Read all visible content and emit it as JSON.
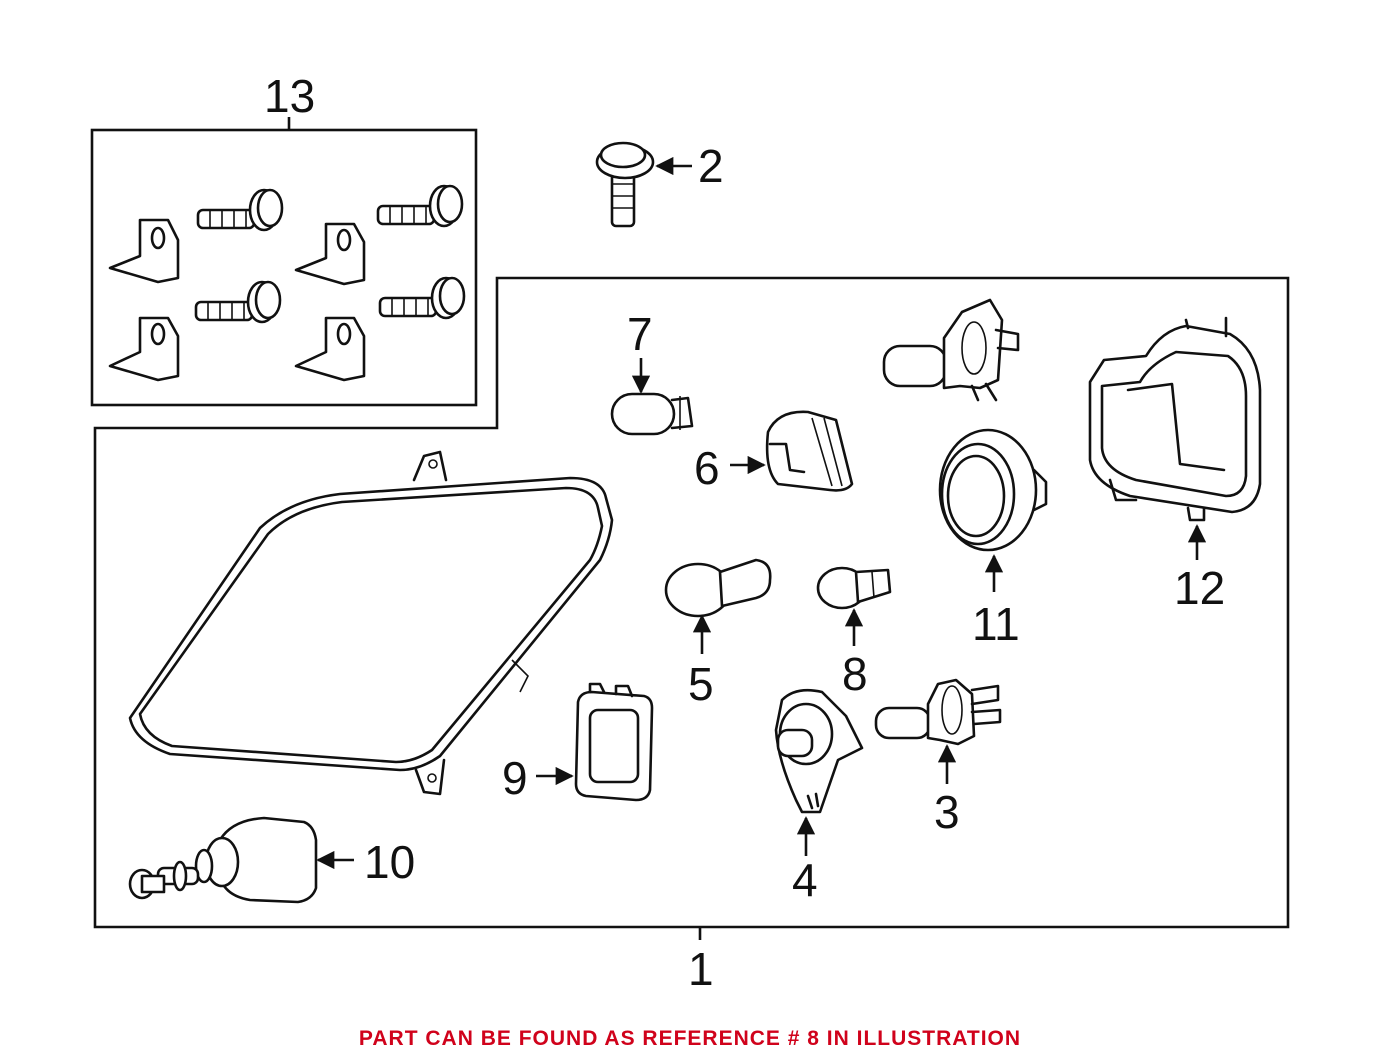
{
  "callouts": {
    "c1": "1",
    "c2": "2",
    "c3": "3",
    "c4": "4",
    "c5": "5",
    "c6": "6",
    "c7": "7",
    "c8": "8",
    "c9": "9",
    "c10": "10",
    "c11": "11",
    "c12": "12",
    "c13": "13"
  },
  "footer": {
    "note": "PART CAN BE FOUND AS REFERENCE # 8 IN ILLUSTRATION",
    "color": "#d0021b"
  },
  "colors": {
    "line": "#111111",
    "background": "#ffffff"
  }
}
